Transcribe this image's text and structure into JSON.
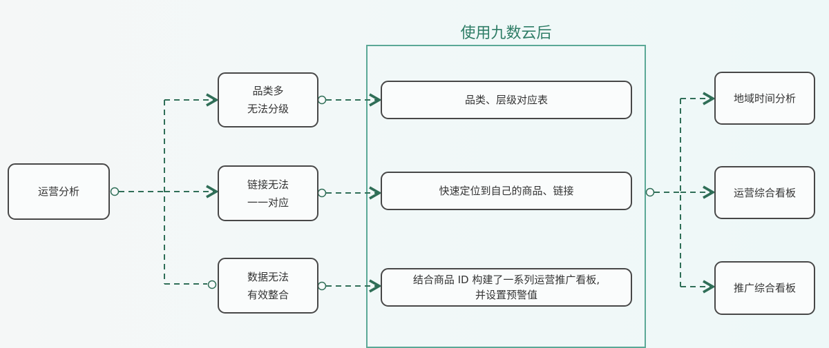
{
  "title": "使用九数云后",
  "root": {
    "label": "运营分析"
  },
  "problems": [
    {
      "label": "品类多\n无法分级"
    },
    {
      "label": "链接无法\n一一对应"
    },
    {
      "label": "数据无法\n有效整合"
    }
  ],
  "solutions": [
    {
      "label": "品类、层级对应表"
    },
    {
      "label": "快速定位到自己的商品、链接"
    },
    {
      "label": "结合商品 ID 构建了一系列运营推广看板,\n并设置预警值"
    }
  ],
  "outputs": [
    {
      "label": "地域时间分析"
    },
    {
      "label": "运营综合看板"
    },
    {
      "label": "推广综合看板"
    }
  ],
  "colors": {
    "connector": "#2f6e57",
    "frame": "#5aa896",
    "title": "#2e7d66"
  }
}
